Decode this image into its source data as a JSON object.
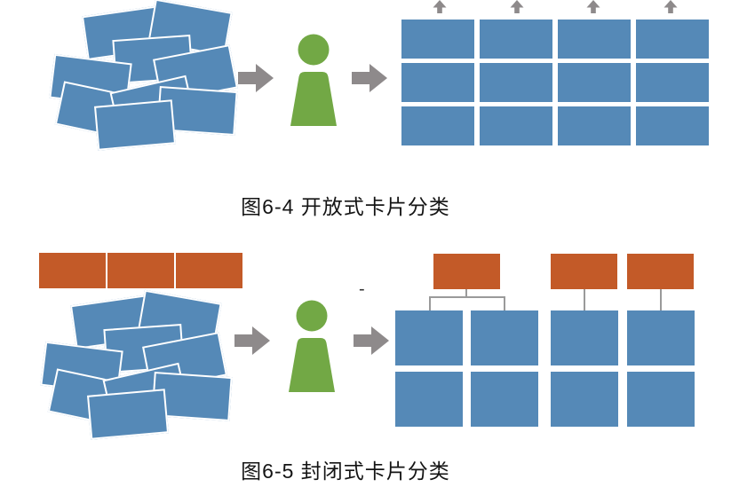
{
  "colors": {
    "card_blue": "#5589B7",
    "person_green": "#72A845",
    "arrow_gray": "#8E8A8B",
    "header_orange": "#C35A28",
    "connector_gray": "#9A9A9A",
    "text_black": "#141414",
    "page_bg": "#FFFFFF"
  },
  "figure_open": {
    "caption": "图6-4 开放式卡片分类",
    "pile_card_count": 9,
    "sorted_grid": {
      "columns": 4,
      "rows": 3
    },
    "up_arrow_count": 4
  },
  "figure_closed": {
    "caption": "图6-5 封闭式卡片分类",
    "predefined_category_count": 3,
    "pile_card_count": 9,
    "group_header_count": 3,
    "dash": "-",
    "card_groups": [
      {
        "columns": 2,
        "rows": 2
      },
      {
        "columns": 1,
        "rows": 2
      },
      {
        "columns": 1,
        "rows": 2
      }
    ]
  },
  "icons": {
    "arrow_right": "➜",
    "arrow_up": "↑",
    "person": "person-silhouette"
  }
}
